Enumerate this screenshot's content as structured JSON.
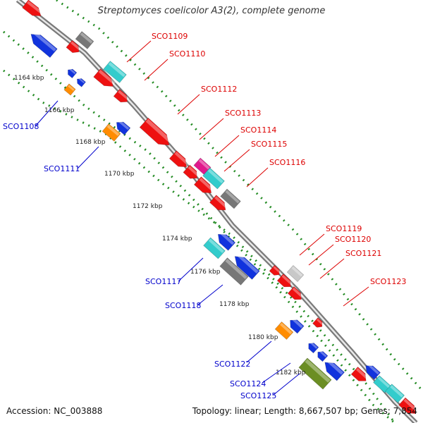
{
  "title": "Streptomyces coelicolor A3(2), complete genome",
  "footer": {
    "accession": "Accession: NC_003888",
    "summary": "Topology: linear; Length: 8,667,507 bp; Genes: 7,854"
  },
  "colors": {
    "forward_gene": "#ee1111",
    "reverse_gene": "#1133dd",
    "cyan": "#33cccc",
    "gray": "#777777",
    "light_gray": "#c8c8c8",
    "orange": "#ff8c00",
    "magenta": "#e0198c",
    "olive": "#6b8e23",
    "backbone": "#8a8a8a",
    "ticks": "#228b22",
    "forward_label": "#dd0000",
    "reverse_label": "#0000cc"
  },
  "ruler_ticks": [
    "1164 kbp",
    "1166 kbp",
    "1168 kbp",
    "1170 kbp",
    "1172 kbp",
    "1174 kbp",
    "1176 kbp",
    "1178 kbp",
    "1180 kbp",
    "1182 kbp"
  ],
  "forward_labels": [
    "SCO1109",
    "SCO1110",
    "SCO1112",
    "SCO1113",
    "SCO1114",
    "SCO1115",
    "SCO1116",
    "SCO1119",
    "SCO1120",
    "SCO1121",
    "SCO1123"
  ],
  "reverse_labels": [
    "SCO1108",
    "SCO1111",
    "SCO1117",
    "SCO1118",
    "SCO1122",
    "SCO1124",
    "SCO1125"
  ]
}
